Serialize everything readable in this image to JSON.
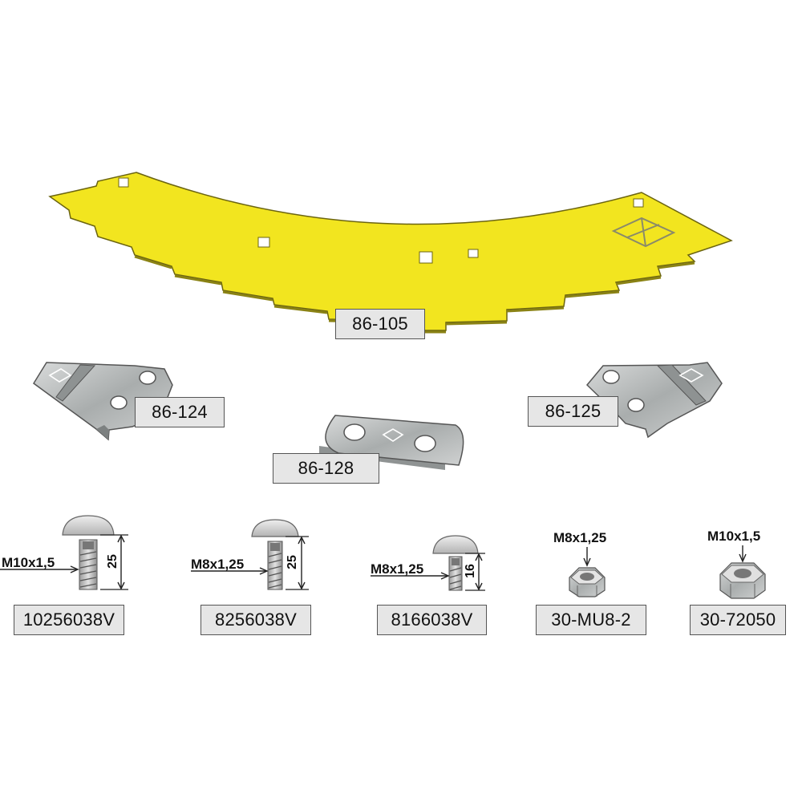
{
  "parts": [
    {
      "id": "blade",
      "part_number": "86-105"
    },
    {
      "id": "bracket-left",
      "part_number": "86-124"
    },
    {
      "id": "plate",
      "part_number": "86-128"
    },
    {
      "id": "bracket-right",
      "part_number": "86-125"
    },
    {
      "id": "bolt-1",
      "part_number": "10256038V",
      "thread": "M10x1,5",
      "length": "25"
    },
    {
      "id": "bolt-2",
      "part_number": "8256038V",
      "thread": "M8x1,25",
      "length": "25"
    },
    {
      "id": "bolt-3",
      "part_number": "8166038V",
      "thread": "M8x1,25",
      "length": "16"
    },
    {
      "id": "nut-1",
      "part_number": "30-MU8-2",
      "thread": "M8x1,25"
    },
    {
      "id": "nut-2",
      "part_number": "30-72050",
      "thread": "M10x1,5"
    }
  ],
  "colors": {
    "blade": "#f2e51f",
    "steel": "#b8bcbc",
    "label_bg": "#e6e6e6"
  }
}
